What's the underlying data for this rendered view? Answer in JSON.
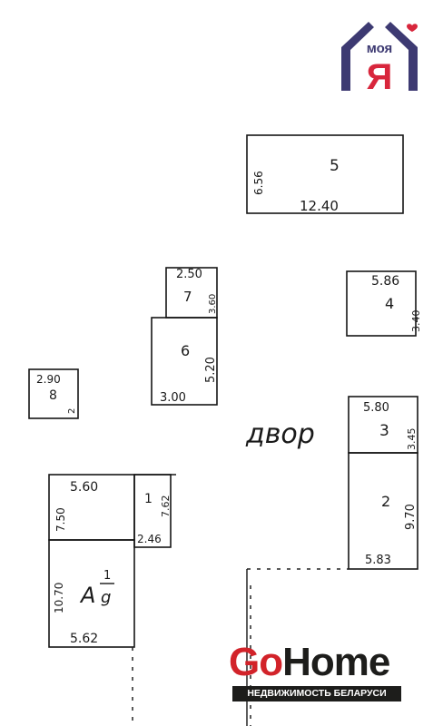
{
  "logos": {
    "moya_text": "моя",
    "ya_text": "Я",
    "gohome_go": "Go",
    "gohome_home": "Home",
    "gohome_subtitle": "НЕДВИЖИМОСТЬ БЕЛАРУСИ"
  },
  "buildings": {
    "b5": {
      "label": "5",
      "length": "12.40",
      "width": "6.56"
    },
    "b4": {
      "label": "4",
      "length": "5.86",
      "width": "3.40"
    },
    "b7": {
      "label": "7",
      "length": "2.50",
      "width": "3.60"
    },
    "b6": {
      "label": "6",
      "length": "3.00",
      "width": "5.20"
    },
    "b8": {
      "label": "8",
      "length": "2.90",
      "width": "2"
    },
    "b3": {
      "label": "3",
      "length": "5.80",
      "width": "3.45"
    },
    "b2": {
      "label": "2",
      "length": "5.83",
      "width": "9.70"
    },
    "b1": {
      "label": "1",
      "length": "2.46",
      "width": "7.62"
    },
    "bA1": {
      "length": "5.60",
      "width": "7.50"
    },
    "bA": {
      "label": "А",
      "fraction_num": "1",
      "fraction_den": "g",
      "length": "5.62",
      "width": "10.70"
    }
  },
  "yard_label": "двор"
}
